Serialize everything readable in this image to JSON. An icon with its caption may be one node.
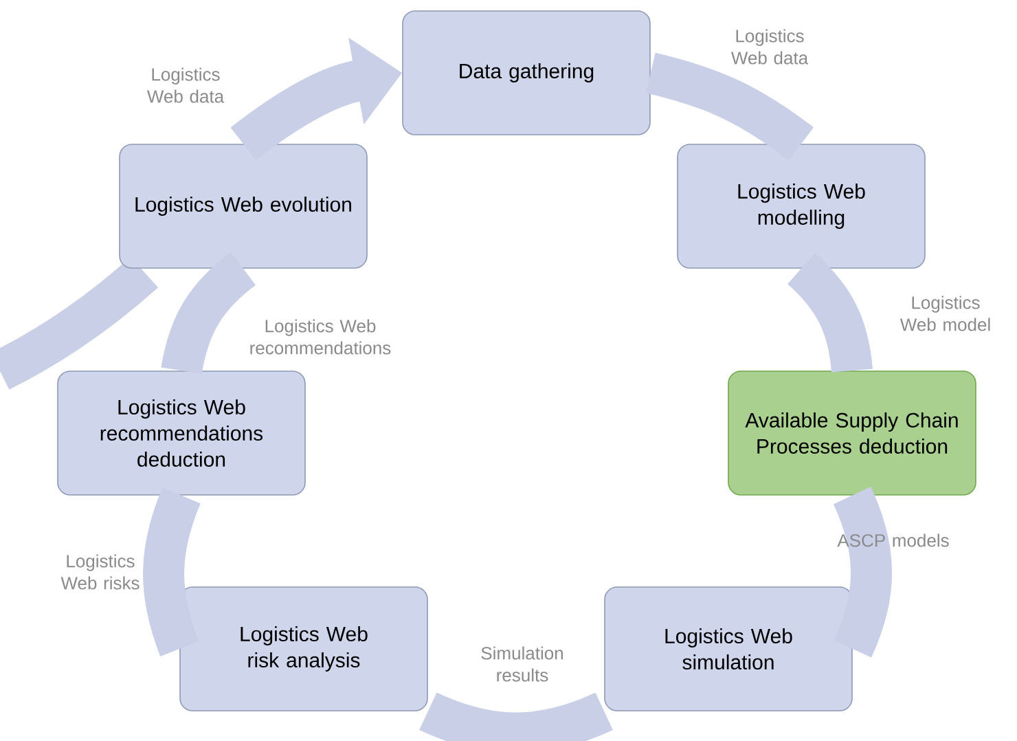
{
  "diagram": {
    "nodes": [
      {
        "text": [
          "Data gathering"
        ]
      },
      {
        "text": [
          "Logistics Web modelling"
        ]
      },
      {
        "text": [
          "Available Supply Chain Processes deduction"
        ]
      },
      {
        "text": [
          "Logistics Web simulation"
        ]
      },
      {
        "text": [
          "Logistics Web risk analysis"
        ]
      },
      {
        "text": [
          "Logistics Web recommendations deduction"
        ]
      },
      {
        "text": [
          "Logistics Web evolution"
        ]
      }
    ],
    "edges": [
      {
        "from": 0,
        "to": 1,
        "arrow": "none",
        "label": "Logistics Web data"
      },
      {
        "from": 1,
        "to": 2,
        "arrow": "none",
        "label": "Logistics Web model"
      },
      {
        "from": 2,
        "to": 3,
        "arrow": "none",
        "label": "ASCP models"
      },
      {
        "from": 3,
        "to": 4,
        "arrow": "none",
        "label": "Simulation results"
      },
      {
        "from": 4,
        "to": 5,
        "arrow": "none",
        "label": "Logistics Web risks"
      },
      {
        "from": 5,
        "to": 6,
        "arrow": "none",
        "label": "Logistics Web recommendations"
      },
      {
        "from": 6,
        "to": 0,
        "arrow": "to",
        "label": "Logistics Web data"
      }
    ]
  }
}
